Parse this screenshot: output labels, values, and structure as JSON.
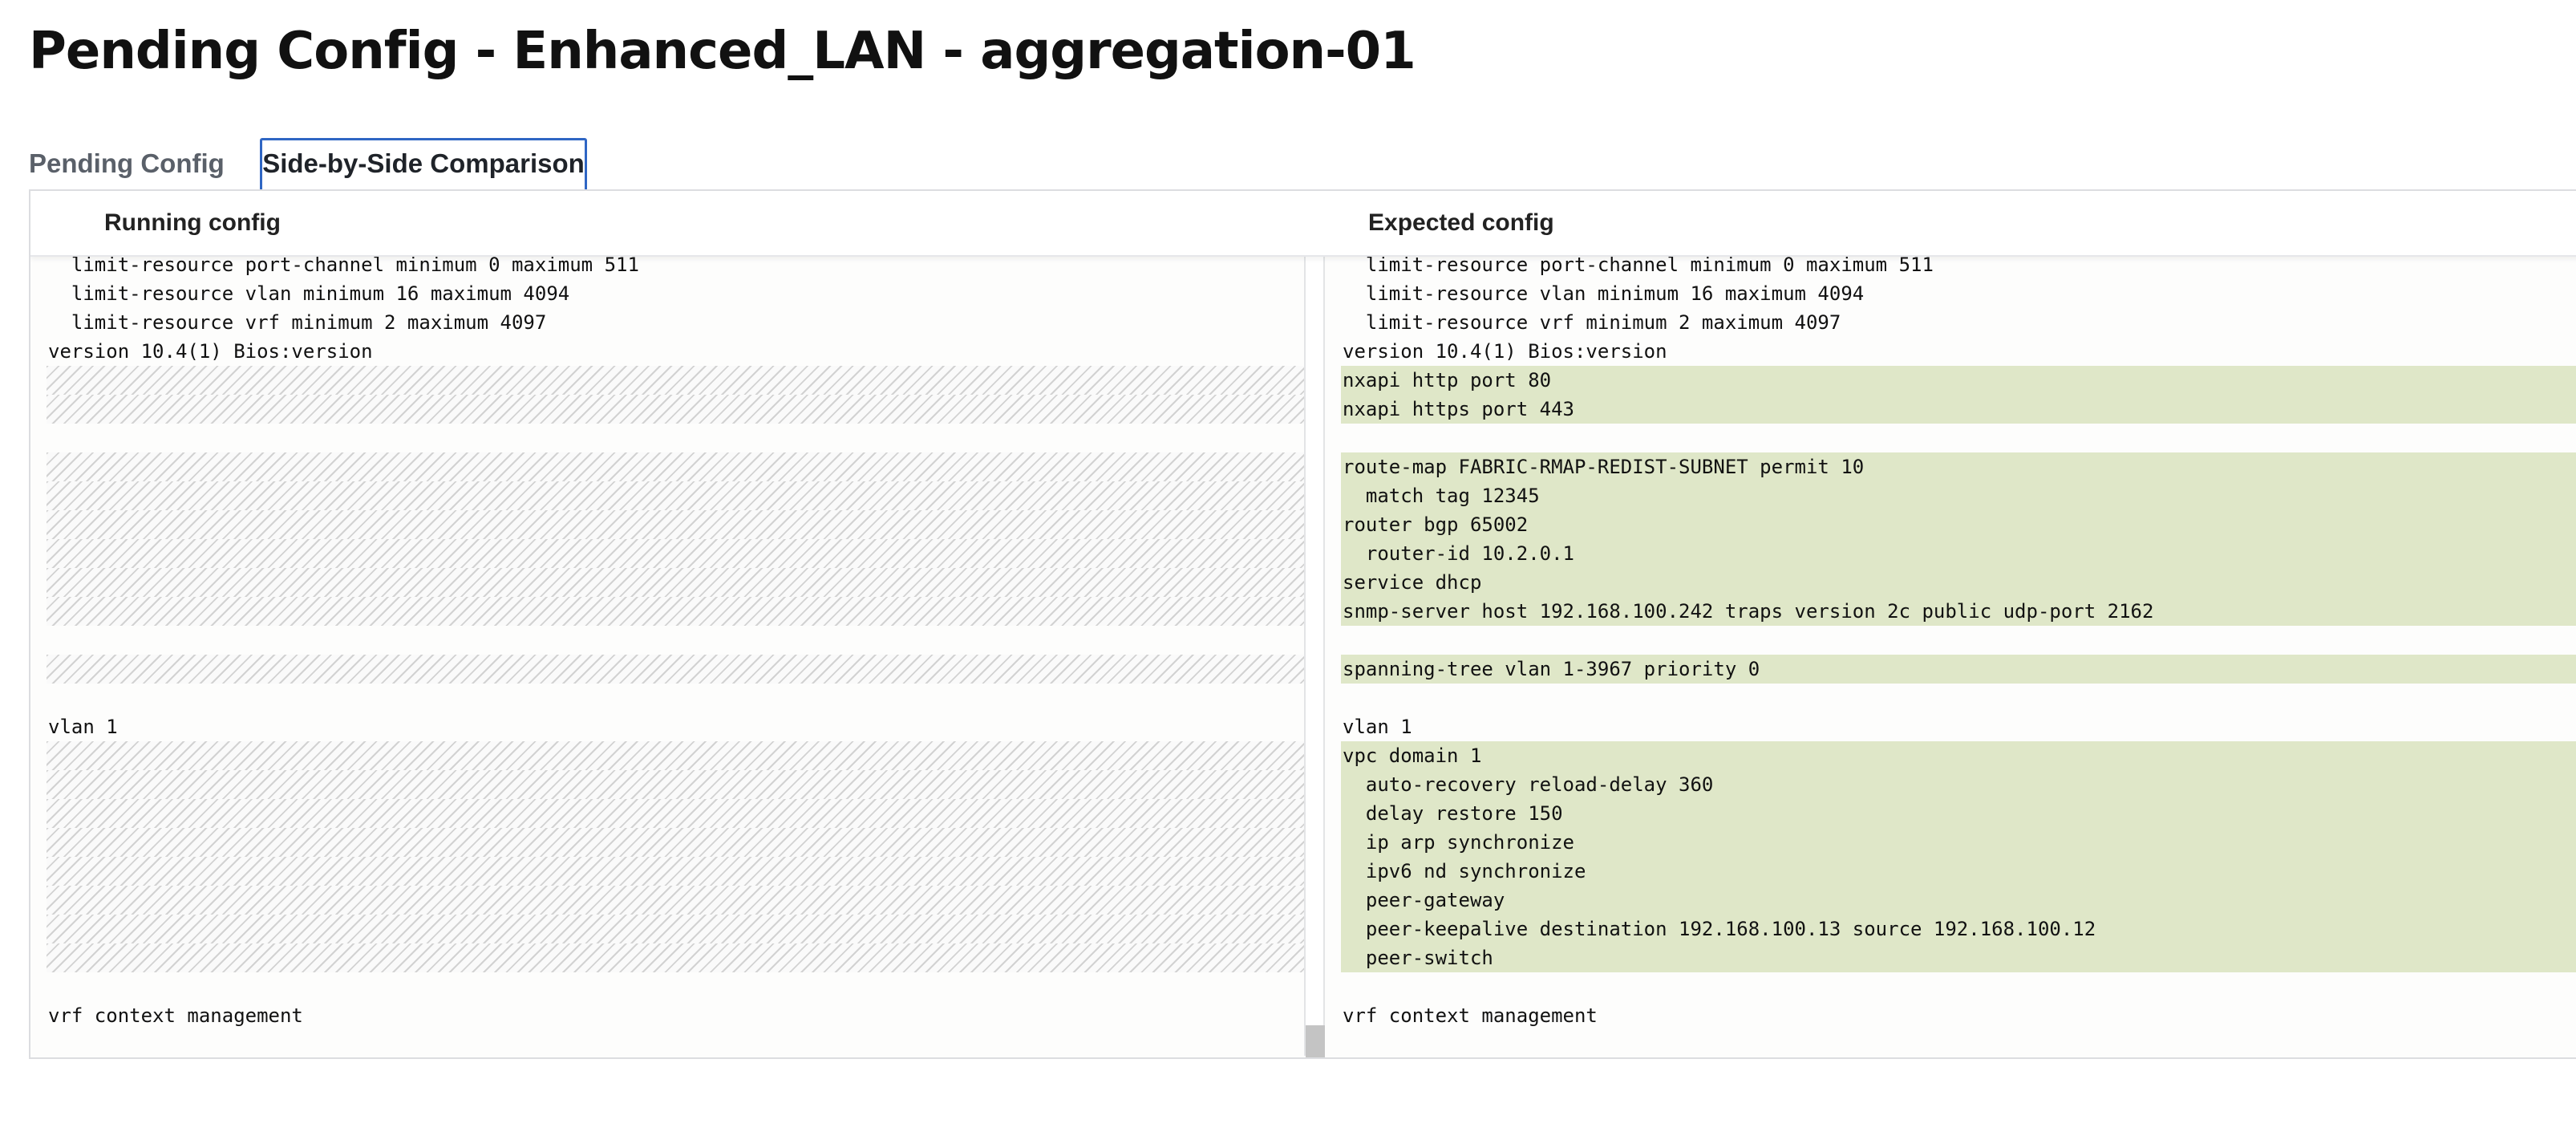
{
  "page": {
    "title": "Pending Config - Enhanced_LAN - aggregation-01"
  },
  "tabs": [
    {
      "label": "Pending Config",
      "active": false
    },
    {
      "label": "Side-by-Side Comparison",
      "active": true
    }
  ],
  "comparison": {
    "left_header": "Running config",
    "right_header": "Expected config",
    "colors": {
      "added_background": "#dfe7c8",
      "active_tab_border": "#2f66c4",
      "hatch": "#d2d2d2"
    },
    "left_lines": [
      {
        "text": "  limit-resource port-channel minimum 0 maximum 511",
        "type": "normal"
      },
      {
        "text": "  limit-resource vlan minimum 16 maximum 4094",
        "type": "normal"
      },
      {
        "text": "  limit-resource vrf minimum 2 maximum 4097",
        "type": "normal"
      },
      {
        "text": "version 10.4(1) Bios:version",
        "type": "normal"
      },
      {
        "text": "",
        "type": "hatched"
      },
      {
        "text": "",
        "type": "hatched"
      },
      {
        "text": "",
        "type": "blank"
      },
      {
        "text": "",
        "type": "hatched"
      },
      {
        "text": "",
        "type": "hatched"
      },
      {
        "text": "",
        "type": "hatched"
      },
      {
        "text": "",
        "type": "hatched"
      },
      {
        "text": "",
        "type": "hatched"
      },
      {
        "text": "",
        "type": "hatched"
      },
      {
        "text": "",
        "type": "blank"
      },
      {
        "text": "",
        "type": "hatched"
      },
      {
        "text": "",
        "type": "blank"
      },
      {
        "text": "vlan 1",
        "type": "normal"
      },
      {
        "text": "",
        "type": "hatched"
      },
      {
        "text": "",
        "type": "hatched"
      },
      {
        "text": "",
        "type": "hatched"
      },
      {
        "text": "",
        "type": "hatched"
      },
      {
        "text": "",
        "type": "hatched"
      },
      {
        "text": "",
        "type": "hatched"
      },
      {
        "text": "",
        "type": "hatched"
      },
      {
        "text": "",
        "type": "hatched"
      },
      {
        "text": "",
        "type": "blank"
      },
      {
        "text": "vrf context management",
        "type": "normal"
      }
    ],
    "right_lines": [
      {
        "text": "  limit-resource port-channel minimum 0 maximum 511",
        "type": "normal"
      },
      {
        "text": "  limit-resource vlan minimum 16 maximum 4094",
        "type": "normal"
      },
      {
        "text": "  limit-resource vrf minimum 2 maximum 4097",
        "type": "normal"
      },
      {
        "text": "version 10.4(1) Bios:version",
        "type": "normal"
      },
      {
        "text": "nxapi http port 80",
        "type": "added"
      },
      {
        "text": "nxapi https port 443",
        "type": "added"
      },
      {
        "text": "",
        "type": "blank"
      },
      {
        "text": "route-map FABRIC-RMAP-REDIST-SUBNET permit 10",
        "type": "added"
      },
      {
        "text": "  match tag 12345",
        "type": "added"
      },
      {
        "text": "router bgp 65002",
        "type": "added"
      },
      {
        "text": "  router-id 10.2.0.1",
        "type": "added"
      },
      {
        "text": "service dhcp",
        "type": "added"
      },
      {
        "text": "snmp-server host 192.168.100.242 traps version 2c public udp-port 2162",
        "type": "added"
      },
      {
        "text": "",
        "type": "blank"
      },
      {
        "text": "spanning-tree vlan 1-3967 priority 0",
        "type": "added"
      },
      {
        "text": "",
        "type": "blank"
      },
      {
        "text": "vlan 1",
        "type": "normal"
      },
      {
        "text": "vpc domain 1",
        "type": "added"
      },
      {
        "text": "  auto-recovery reload-delay 360",
        "type": "added"
      },
      {
        "text": "  delay restore 150",
        "type": "added"
      },
      {
        "text": "  ip arp synchronize",
        "type": "added"
      },
      {
        "text": "  ipv6 nd synchronize",
        "type": "added"
      },
      {
        "text": "  peer-gateway",
        "type": "added"
      },
      {
        "text": "  peer-keepalive destination 192.168.100.13 source 192.168.100.12",
        "type": "added"
      },
      {
        "text": "  peer-switch",
        "type": "added"
      },
      {
        "text": "",
        "type": "blank"
      },
      {
        "text": "vrf context management",
        "type": "normal"
      }
    ]
  }
}
